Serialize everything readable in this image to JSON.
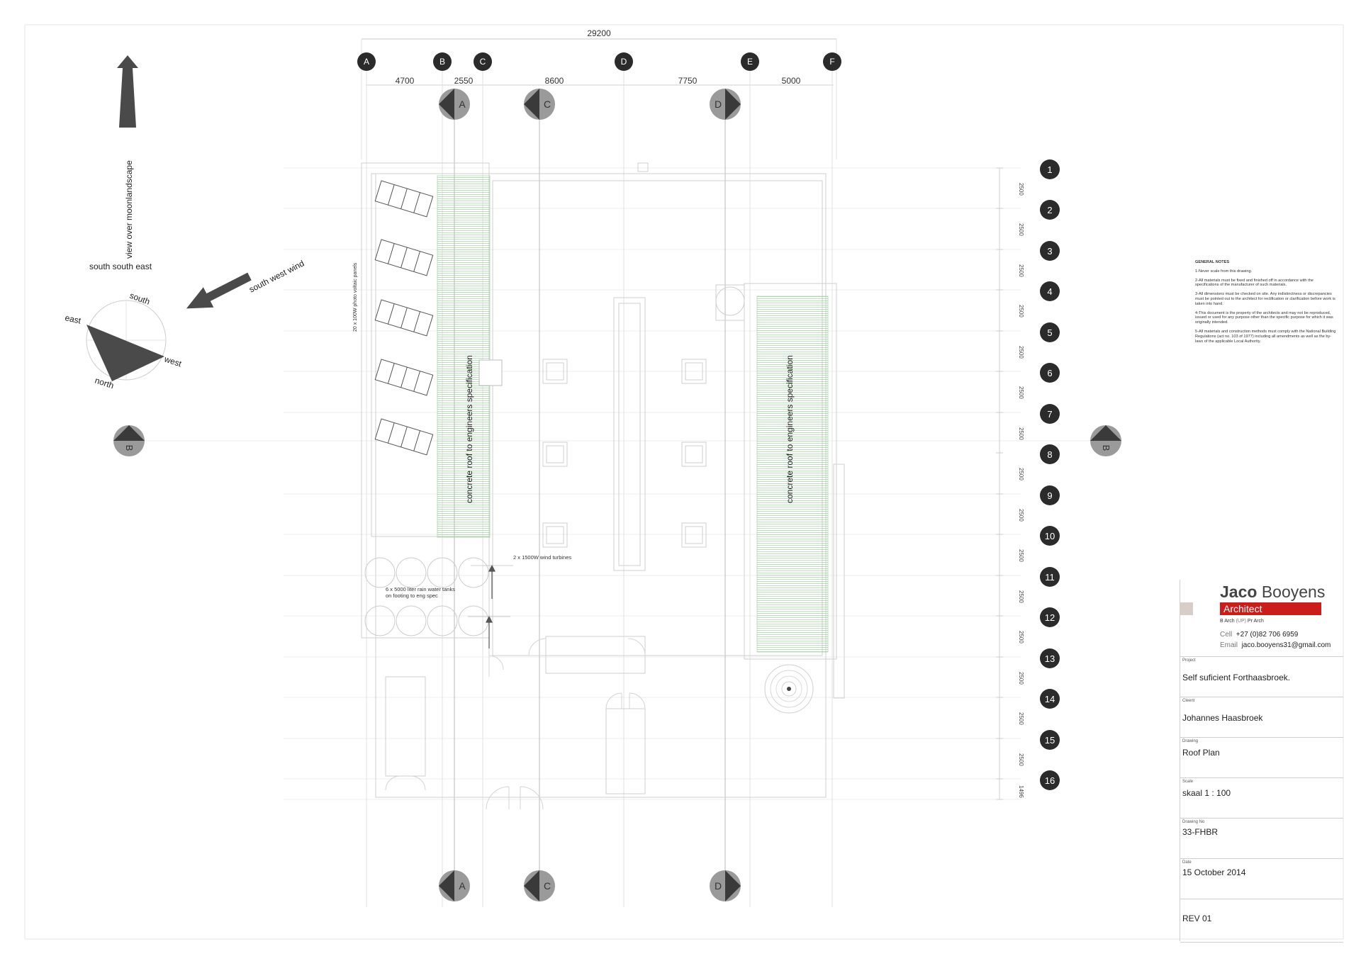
{
  "drawing": {
    "overall_dimension": "29200",
    "grid_columns": [
      "A",
      "B",
      "C",
      "D",
      "E",
      "F"
    ],
    "column_spacings": [
      "4700",
      "2550",
      "8600",
      "7750",
      "5000"
    ],
    "grid_rows": [
      "1",
      "2",
      "3",
      "4",
      "5",
      "6",
      "7",
      "8",
      "9",
      "10",
      "11",
      "12",
      "13",
      "14",
      "15",
      "16"
    ],
    "row_spacings": [
      "2500",
      "2500",
      "2500",
      "2500",
      "2500",
      "2500",
      "2500",
      "2500",
      "2500",
      "2500",
      "2500",
      "2500",
      "2500",
      "2500",
      "2500",
      "1496"
    ],
    "section_markers": {
      "top": [
        "A",
        "C",
        "D"
      ],
      "bottom": [
        "A",
        "C",
        "D"
      ],
      "side": "B"
    },
    "labels": {
      "roof_left": "concrete roof to engineers specification",
      "roof_right": "concrete roof to engineers specification",
      "pv_panels": "20 x 100W photo voltaic panels",
      "wind_turbines": "2 x 1500W wind turbines",
      "water_tanks_line1": "6 x 5000 liter rain water tanks",
      "water_tanks_line2": "on footing to eng spec"
    },
    "colors": {
      "roof_hatch": "#8cc98c",
      "marker_dark": "#2b2b2b",
      "marker_grey": "#9a9a9a",
      "brand_red": "#cc1d1d"
    }
  },
  "site": {
    "view_label": "view over moonlandscape",
    "orientation_label": "south south east",
    "wind_label": "south west wind",
    "compass": {
      "south": "south",
      "east": "east",
      "west": "west",
      "north": "north"
    }
  },
  "general_notes": {
    "title": "GENERAL NOTES",
    "items": [
      "1-Never scale from this drawing.",
      "2-All materials must be fixed and finished off in accordance with the specifications of the manufacturer of such materials.",
      "3-All dimensions must be checked on site. Any indistinctness or discrepancies must be pointed out to the architect for rectification or clarification before work is taken into hand.",
      "4-This document is the property of the architects and may not be reproduced, issued or used for any purpose other than the specific purpose for which it was originally intended.",
      "5-All materials and construction methods must comply with the National Building Regulations (act no. 103 of 1977) including all amendments as well as the by-laws of the applicable Local Authority."
    ]
  },
  "title_block": {
    "brand_first": "Jaco",
    "brand_last": "Booyens",
    "role": "Architect",
    "qual_a": "B Arch ",
    "qual_b": "(UP)",
    "qual_c": " Pr Arch",
    "cell_label": "Cell",
    "cell_value": "+27 (0)82 706 6959",
    "email_label": "Email",
    "email_value": "jaco.booyens31@gmail.com",
    "fields": [
      {
        "label": "Project",
        "value": "Self suficient Forthaasbroek."
      },
      {
        "label": "Cleent",
        "value": "Johannes Haasbroek"
      },
      {
        "label": "Drawing",
        "value": "Roof  Plan"
      },
      {
        "label": "Scale",
        "value": "skaal  1 : 100"
      },
      {
        "label": "Drawing No",
        "value": "33-FHBR"
      },
      {
        "label": "Date",
        "value": "15 October 2014"
      },
      {
        "label": "",
        "value": "REV 01"
      }
    ]
  }
}
